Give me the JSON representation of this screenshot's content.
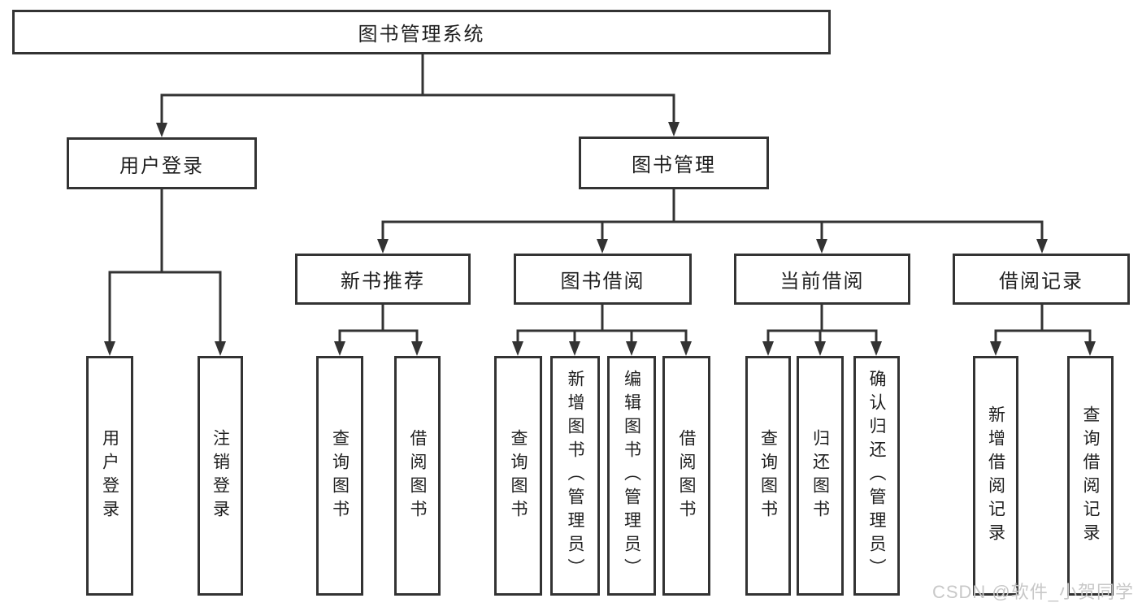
{
  "diagram": {
    "title": "图书管理系统",
    "watermark": "CSDN @软件_小贺同学",
    "colors": {
      "line": "#333333",
      "box_background": "#ffffff",
      "text": "#1f1f1f",
      "watermark": "#c8c8c8"
    },
    "tree": {
      "label": "图书管理系统",
      "children": [
        {
          "label": "用户登录",
          "children": [
            {
              "label": "用户登录"
            },
            {
              "label": "注销登录"
            }
          ]
        },
        {
          "label": "图书管理",
          "children": [
            {
              "label": "新书推荐",
              "children": [
                {
                  "label": "查询图书"
                },
                {
                  "label": "借阅图书"
                }
              ]
            },
            {
              "label": "图书借阅",
              "children": [
                {
                  "label": "查询图书"
                },
                {
                  "label": "新增图书（管理员）"
                },
                {
                  "label": "编辑图书（管理员）"
                },
                {
                  "label": "借阅图书"
                }
              ]
            },
            {
              "label": "当前借阅",
              "children": [
                {
                  "label": "查询图书"
                },
                {
                  "label": "归还图书"
                },
                {
                  "label": "确认归还（管理员）"
                }
              ]
            },
            {
              "label": "借阅记录",
              "children": [
                {
                  "label": "新增借阅记录"
                },
                {
                  "label": "查询借阅记录"
                }
              ]
            }
          ]
        }
      ]
    }
  }
}
